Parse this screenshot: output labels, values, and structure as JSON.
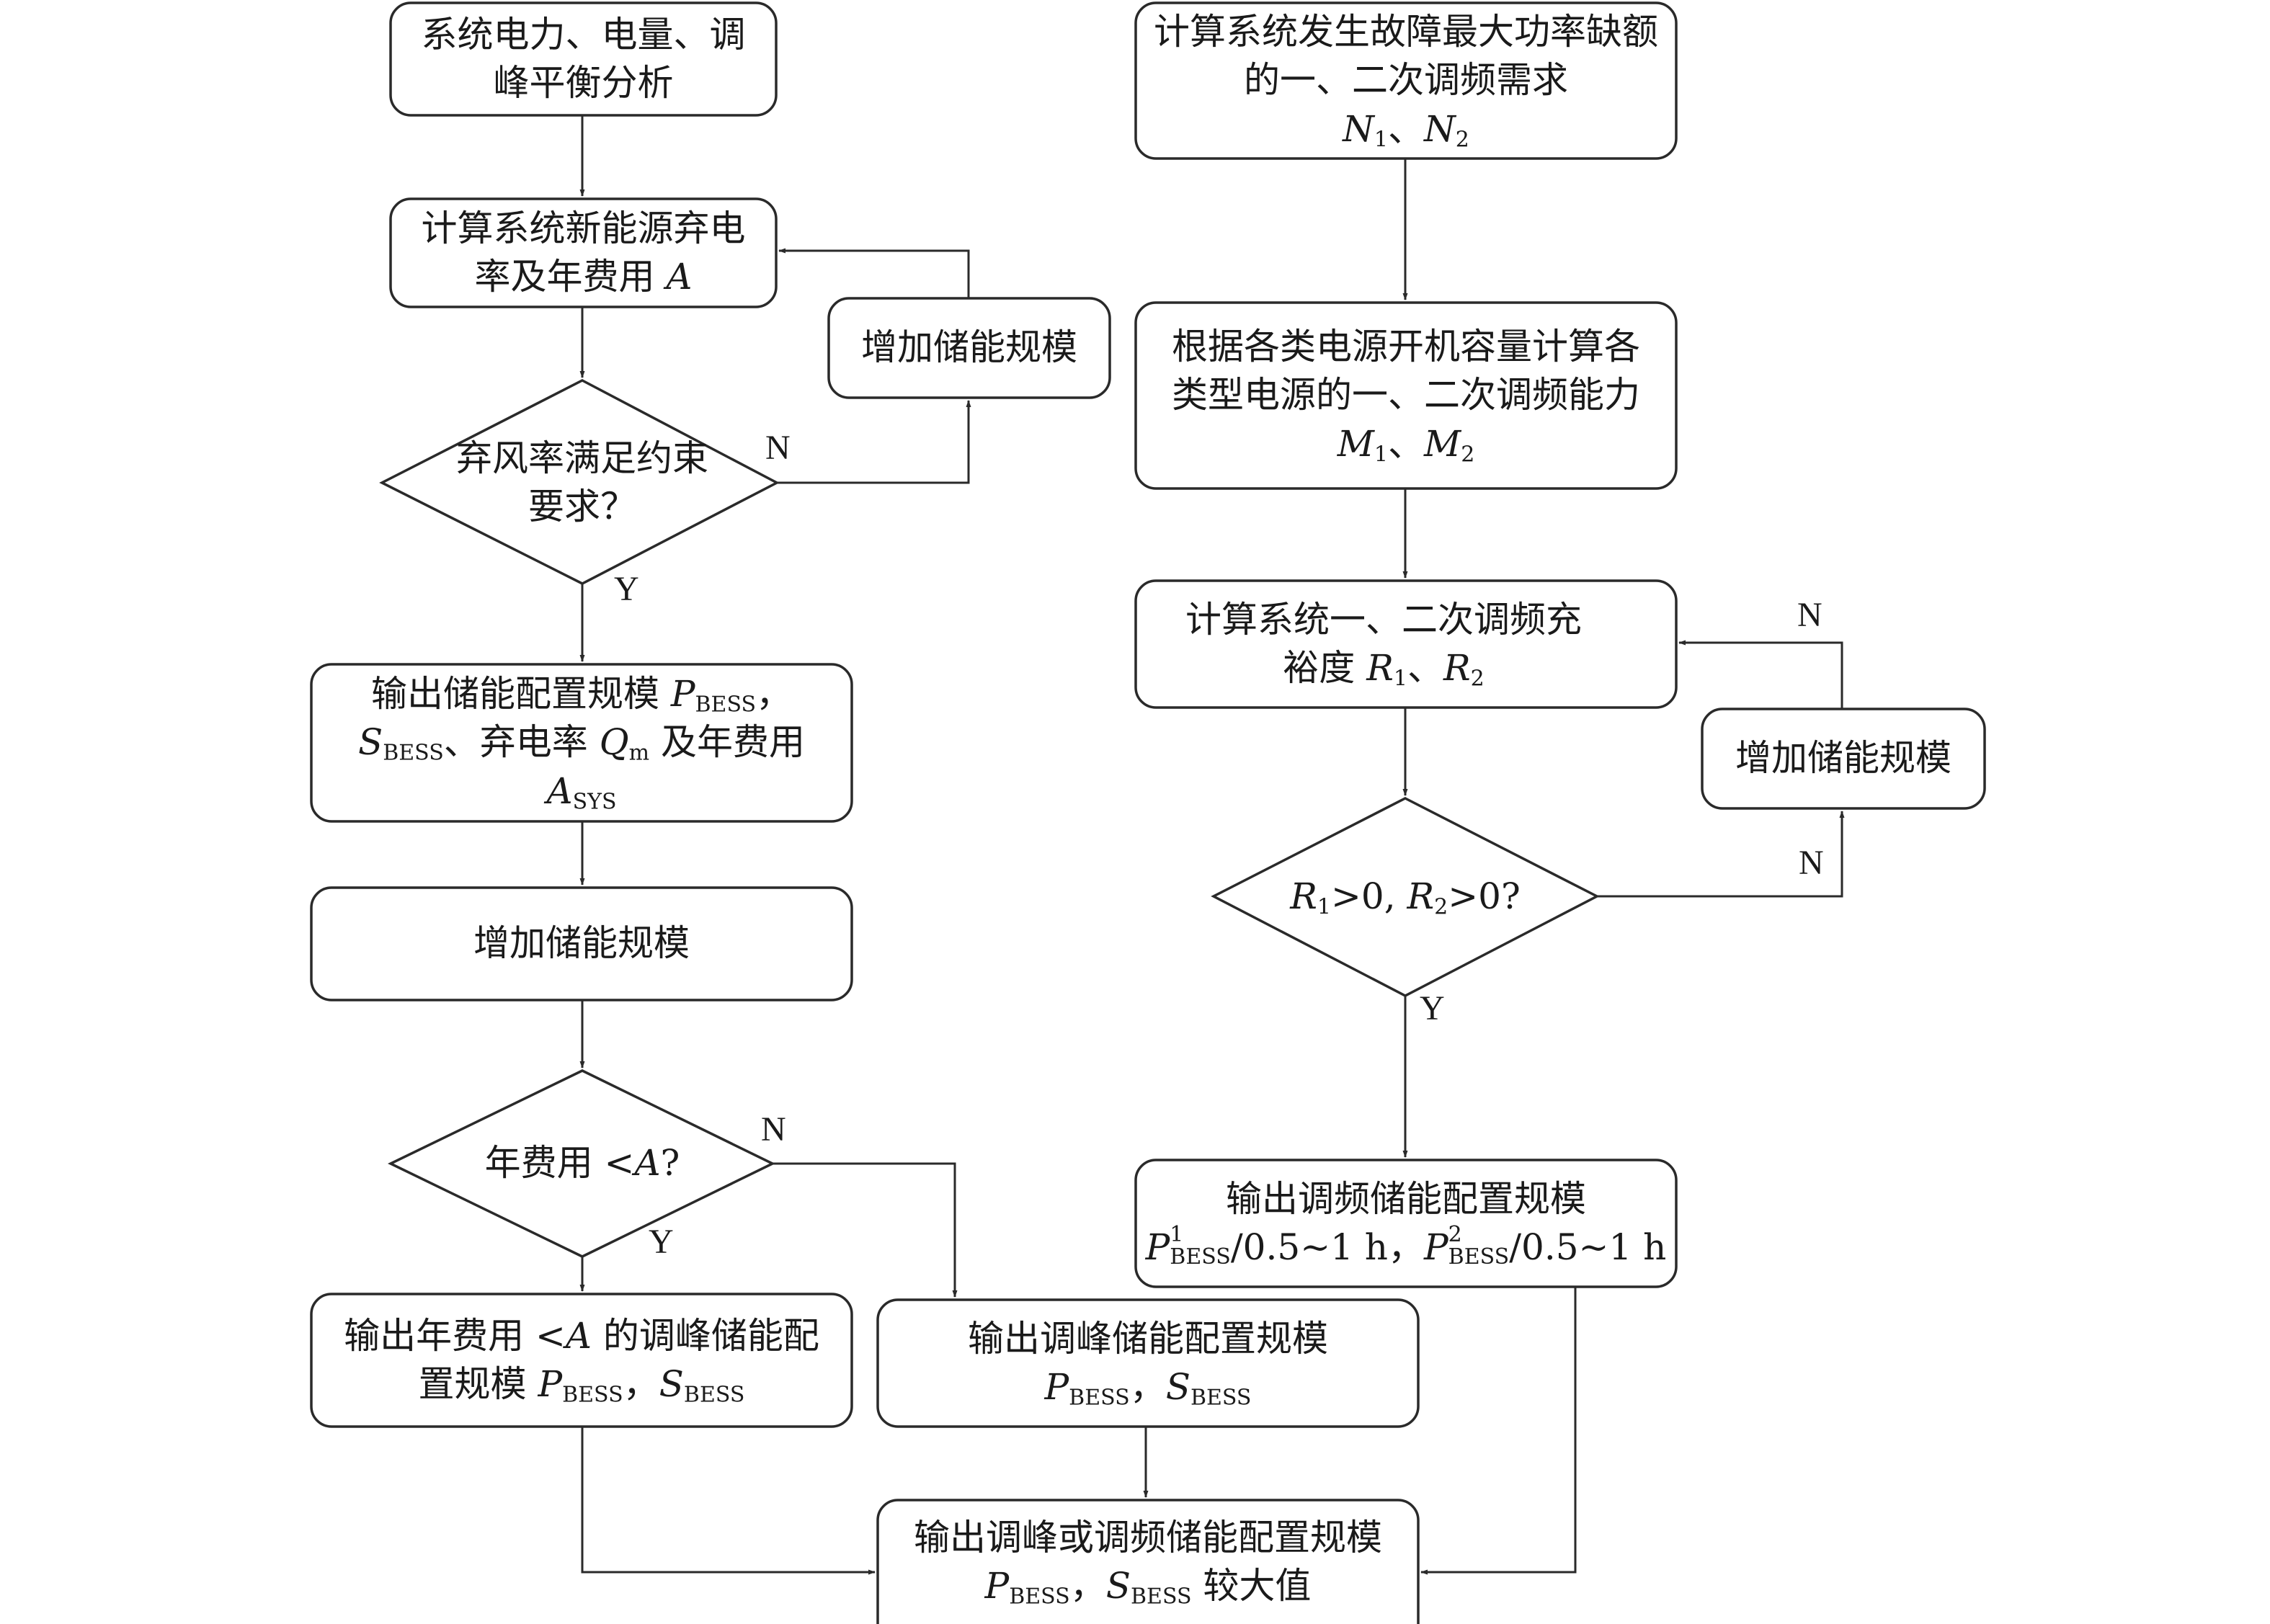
{
  "nodes": {
    "balance_analysis": "系统电力、电量、调峰平衡分析",
    "calc_curtail": {
      "prefix": "计算系统新能源弃电率及年费用 ",
      "var": "A"
    },
    "increase_1": "增加储能规模",
    "decision_curtail": "弃风率满足约束要求？",
    "output_config": {
      "line1": "输出储能配置规模 ",
      "p": "P",
      "p_sub": "BESS",
      "line1_end": "，",
      "s": "S",
      "s_sub": "BESS",
      "mid": "、弃电率 ",
      "q": "Q",
      "q_sub": "m",
      "end": " 及年费用 ",
      "a": "A",
      "a_sub": "SYS"
    },
    "increase_2": "增加储能规模",
    "decision_cost": {
      "prefix": "年费用 <",
      "var": "A",
      "suffix": "?"
    },
    "output_cost_lt": {
      "text": "输出年费用 <",
      "var": "A",
      "text2": " 的调峰储能配置规模 ",
      "p": "P",
      "p_sub": "BESS",
      "sep": "，",
      "s": "S",
      "s_sub": "BESS"
    },
    "output_peak": {
      "text": "输出调峰储能配置规模",
      "p": "P",
      "p_sub": "BESS",
      "sep": "，",
      "s": "S",
      "s_sub": "BESS"
    },
    "output_final": {
      "text": "输出调峰或调频储能配置规模 ",
      "p": "P",
      "p_sub": "BESS",
      "sep": "，",
      "s": "S",
      "s_sub": "BESS",
      "end": " 较大值"
    },
    "calc_fault": {
      "text": "计算系统发生故障最大功率缺额的一、二次调频需求",
      "n1": "N",
      "n1_sub": "1",
      "sep": "、",
      "n2": "N",
      "n2_sub": "2"
    },
    "calc_capacity": {
      "text": "根据各类电源开机容量计算各类型电源的一、二次调频能力 ",
      "m1": "M",
      "m1_sub": "1",
      "sep": "、",
      "m2": "M",
      "m2_sub": "2"
    },
    "calc_margin": {
      "text": "计算系统一、二次调频充裕度 ",
      "r1": "R",
      "r1_sub": "1",
      "sep": "、",
      "r2": "R",
      "r2_sub": "2"
    },
    "increase_3": "增加储能规模",
    "decision_margin": {
      "r1": "R",
      "r1_sub": "1",
      "c1": ">0, ",
      "r2": "R",
      "r2_sub": "2",
      "c2": ">0?"
    },
    "output_freq": {
      "text": "输出调频储能配置规模",
      "p": "P",
      "p1_sup": "1",
      "p_sub": "BESS",
      "rate": "/0.5~1 h",
      "sep": "，",
      "p2_sup": "2"
    }
  },
  "labels": {
    "n_curtail": "N",
    "y_curtail": "Y",
    "n_cost": "N",
    "y_cost": "Y",
    "n_margin_top": "N",
    "n_margin_right": "N",
    "y_margin": "Y"
  }
}
